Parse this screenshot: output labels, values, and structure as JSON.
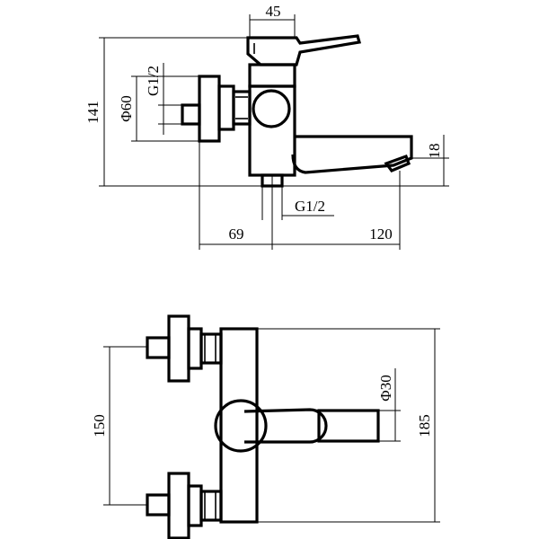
{
  "drawing": {
    "side_view": {
      "dim_top_width": "45",
      "dim_total_height": "141",
      "dim_inlet_diameter": "Φ60",
      "dim_inlet_thread": "G1/2",
      "dim_outlet_thread": "G1/2",
      "dim_spout_height": "18",
      "dim_left_offset": "69",
      "dim_spout_length": "120"
    },
    "top_view": {
      "dim_inlet_spacing": "150",
      "dim_body_diameter": "Φ30",
      "dim_total_length": "185"
    }
  }
}
